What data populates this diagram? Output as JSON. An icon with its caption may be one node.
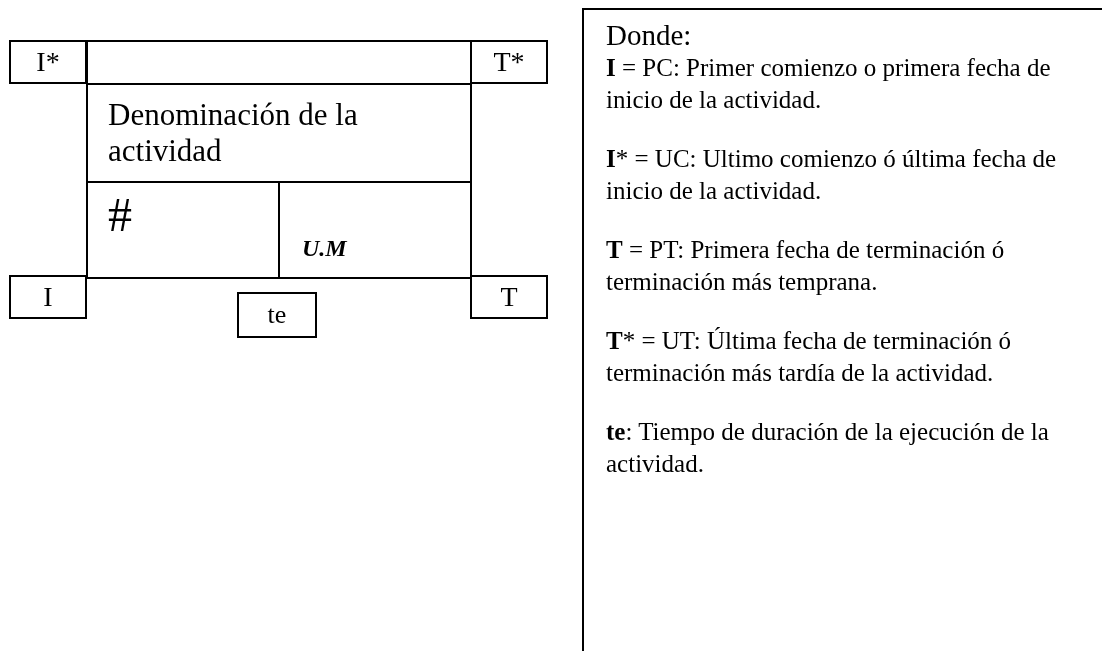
{
  "diagram": {
    "nodes": [
      {
        "text": [
          "I*"
        ]
      },
      {
        "text": [
          "T*"
        ]
      },
      {
        "text": [],
        "shape": "box"
      },
      {
        "text": [
          "Denominación de la actividad"
        ],
        "in": 2
      },
      {
        "text": [
          "#"
        ],
        "in": 2
      },
      {
        "text": [
          "U.M"
        ],
        "in": 2
      },
      {
        "text": [
          "I"
        ]
      },
      {
        "text": [
          "te"
        ]
      },
      {
        "text": [
          "T"
        ]
      },
      {
        "text": [
          "Donde:",
          "**I** = PC: Primer comienzo o primera fecha de inicio de la actividad.",
          "**I***  = UC: Ultimo comienzo ó última fecha de inicio de la actividad.",
          "**T** = PT: Primera fecha de terminación ó terminación más temprana.",
          "**T*** = UT: Última fecha de terminación ó terminación más tardía de la actividad.",
          "**te**: Tiempo de duración de la ejecución de la actividad."
        ]
      }
    ],
    "edges": []
  }
}
